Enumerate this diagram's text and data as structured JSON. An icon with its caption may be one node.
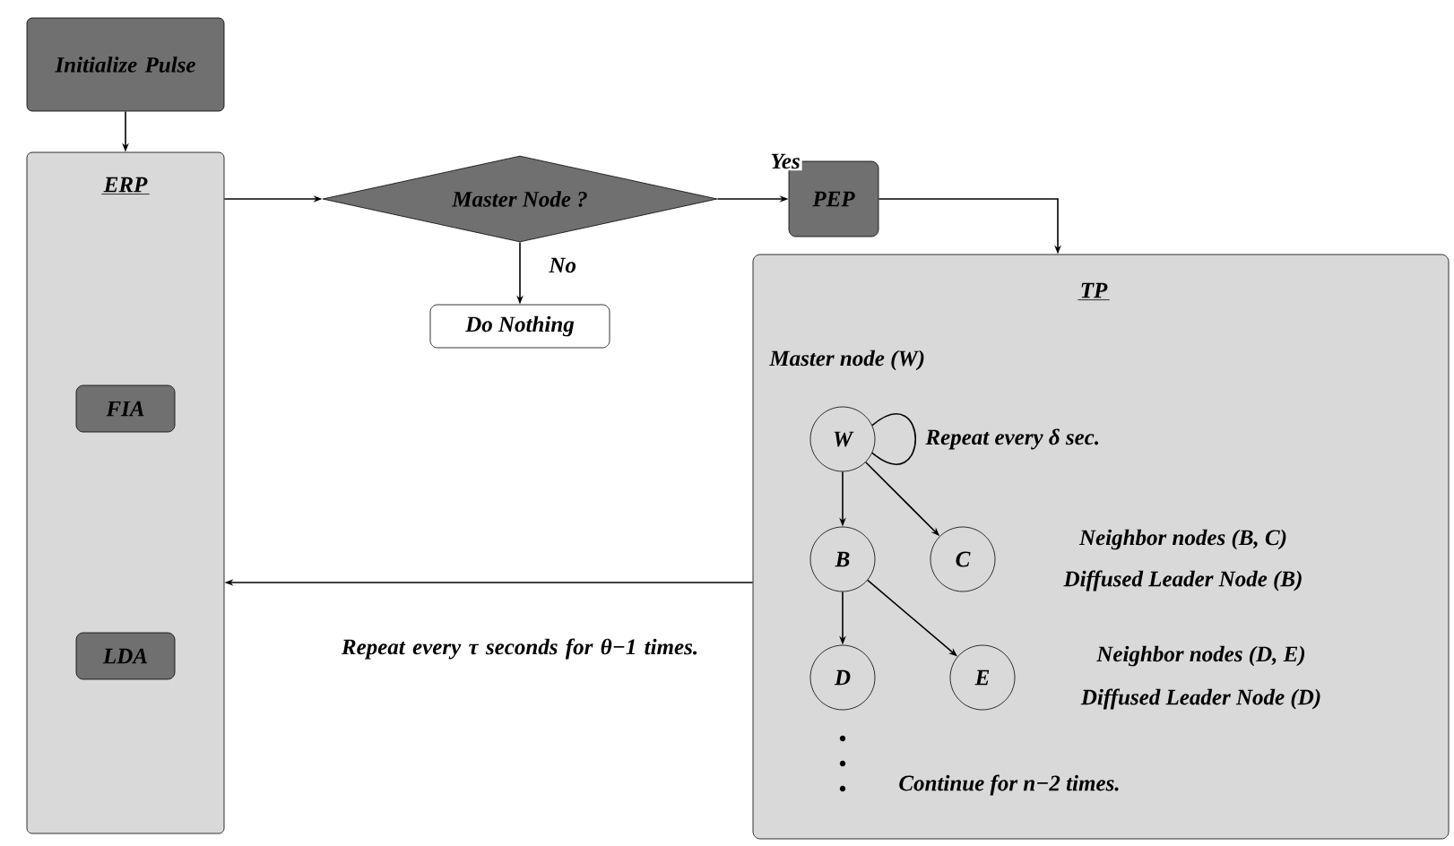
{
  "diagram": {
    "nodes": [
      {
        "text": [
          "Initialize Pulse"
        ]
      },
      {
        "text": [
          "ERP"
        ]
      },
      {
        "text": [
          "FIA"
        ],
        "in": 1
      },
      {
        "text": [
          "LDA"
        ],
        "in": 1
      },
      {
        "text": [
          "Master Node ?"
        ]
      },
      {
        "text": [
          "Do Nothing"
        ]
      },
      {
        "text": [
          "PEP"
        ]
      },
      {
        "text": [
          "TP",
          "Master node (W)",
          "Continue for n−2 times."
        ]
      },
      {
        "text": [
          "W"
        ],
        "in": 7,
        "beside": [
          "Repeat every δ sec."
        ]
      },
      {
        "text": [
          "B"
        ],
        "in": 7
      },
      {
        "text": [
          "C"
        ],
        "in": 7,
        "beside": [
          "Neighbor nodes (B, C)",
          "Diffused Leader Node (B)"
        ]
      },
      {
        "text": [
          "D"
        ],
        "in": 7
      },
      {
        "text": [
          "E"
        ],
        "in": 7,
        "beside": [
          "Neighbor nodes (D, E)",
          "Diffused Leader Node (D)"
        ]
      }
    ],
    "edges": [
      {
        "from": 0,
        "to": 1,
        "arrow": "to"
      },
      {
        "from": 1,
        "to": 4,
        "arrow": "to"
      },
      {
        "from": 4,
        "to": 6,
        "arrow": "to",
        "label": "Yes"
      },
      {
        "from": 4,
        "to": 5,
        "arrow": "to",
        "label": "No"
      },
      {
        "from": 6,
        "to": 7,
        "arrow": "to"
      },
      {
        "from": 7,
        "to": 1,
        "arrow": "to",
        "label": "Repeat every τ seconds for θ−1 times."
      },
      {
        "from": 8,
        "to": 8,
        "arrow": "none"
      },
      {
        "from": 8,
        "to": 9,
        "arrow": "to"
      },
      {
        "from": 8,
        "to": 10,
        "arrow": "to"
      },
      {
        "from": 9,
        "to": 11,
        "arrow": "to"
      },
      {
        "from": 9,
        "to": 12,
        "arrow": "to"
      }
    ]
  }
}
